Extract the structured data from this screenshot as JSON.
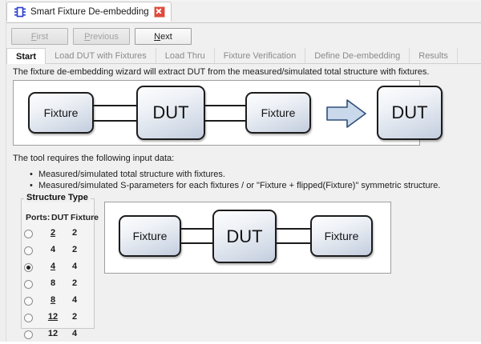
{
  "window": {
    "tab_title": "Smart Fixture De-embedding",
    "tab_icon": "chip-icon",
    "close_icon": "close-icon"
  },
  "nav": {
    "first": "First",
    "first_accel": "F",
    "first_rest": "irst",
    "previous": "Previous",
    "previous_accel": "P",
    "previous_rest": "revious",
    "next": "Next",
    "next_accel": "N",
    "next_rest": "ext"
  },
  "tabs": [
    {
      "label": "Start",
      "active": true
    },
    {
      "label": "Load DUT with Fixtures",
      "active": false
    },
    {
      "label": "Load Thru",
      "active": false
    },
    {
      "label": "Fixture Verification",
      "active": false
    },
    {
      "label": "Define De-embedding",
      "active": false
    },
    {
      "label": "Results",
      "active": false
    }
  ],
  "body": {
    "intro": "The fixture de-embedding wizard will extract DUT from the measured/simulated total structure with fixtures.",
    "requires_heading": "The tool requires the following input data:",
    "bullets": [
      "Measured/simulated total structure with fixtures.",
      "Measured/simulated S-parameters for each fixtures / or \"Fixture + flipped(Fixture)\" symmetric structure."
    ]
  },
  "diagram_top": {
    "block_left": "Fixture",
    "block_center": "DUT",
    "block_right": "Fixture",
    "block_result": "DUT",
    "arrow_icon": "right-arrow-icon"
  },
  "diagram_bottom": {
    "block_left": "Fixture",
    "block_center": "DUT",
    "block_right": "Fixture"
  },
  "structure_type": {
    "title": "Structure Type",
    "header_ports": "Ports:",
    "header_dut": "DUT",
    "header_fixture": "Fixture",
    "rows": [
      {
        "dut": "2",
        "fixture": "2",
        "selected": false,
        "underline": true
      },
      {
        "dut": "4",
        "fixture": "2",
        "selected": false,
        "underline": false
      },
      {
        "dut": "4",
        "fixture": "4",
        "selected": true,
        "underline": true
      },
      {
        "dut": "8",
        "fixture": "2",
        "selected": false,
        "underline": false
      },
      {
        "dut": "8",
        "fixture": "4",
        "selected": false,
        "underline": true
      },
      {
        "dut": "12",
        "fixture": "2",
        "selected": false,
        "underline": true
      },
      {
        "dut": "12",
        "fixture": "4",
        "selected": false,
        "underline": false
      }
    ]
  },
  "colors": {
    "accent": "#2b3fd0",
    "close": "#e04a3c",
    "arrow_fill": "#c9d8ea",
    "arrow_stroke": "#2e4f7a",
    "block_outline": "#1c1c1c"
  }
}
